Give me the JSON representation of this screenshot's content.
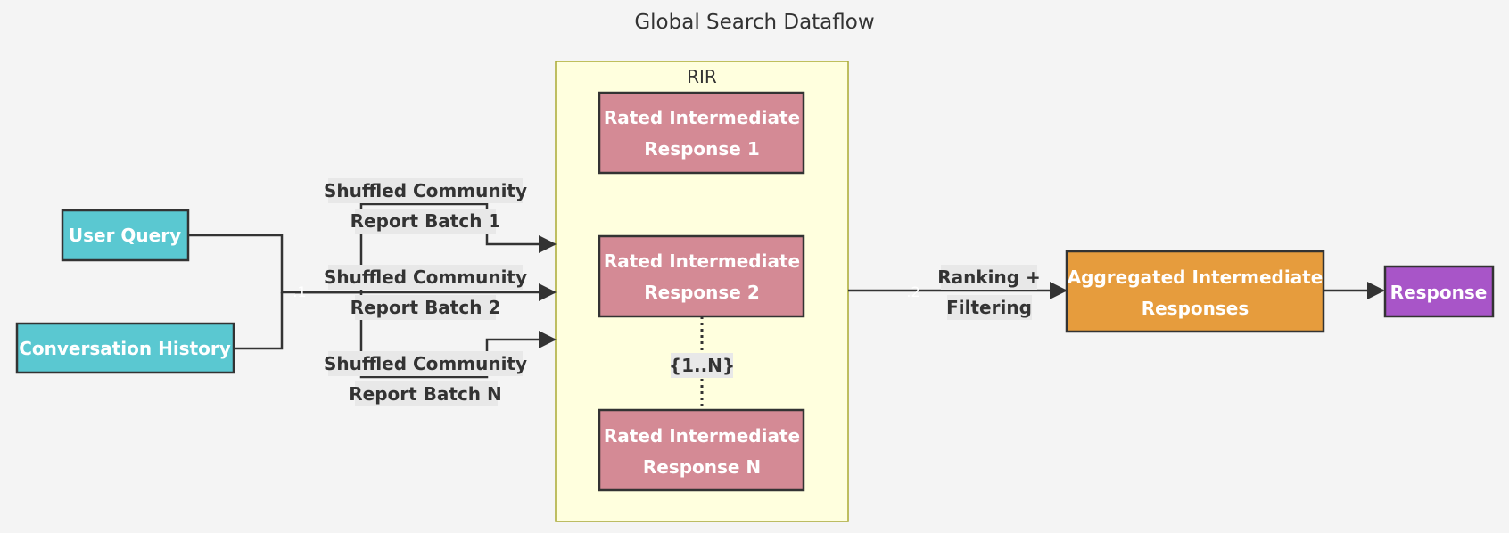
{
  "title": "Global Search Dataflow",
  "group": {
    "label": "RIR"
  },
  "nodes": {
    "user_query": {
      "label": "User Query"
    },
    "conversation_history": {
      "label": "Conversation History"
    },
    "rir1": {
      "line1": "Rated Intermediate",
      "line2": "Response 1"
    },
    "rir2": {
      "line1": "Rated Intermediate",
      "line2": "Response 2"
    },
    "rirN": {
      "line1": "Rated Intermediate",
      "line2": "Response N"
    },
    "aggregated": {
      "line1": "Aggregated Intermediate",
      "line2": "Responses"
    },
    "response": {
      "label": "Response"
    }
  },
  "edges": {
    "batch1": {
      "line1": "Shuffled Community",
      "line2": "Report Batch 1"
    },
    "batch2": {
      "line1": "Shuffled Community",
      "line2": "Report Batch 2"
    },
    "batchN": {
      "line1": "Shuffled Community",
      "line2": "Report Batch N"
    },
    "multiplicity": {
      "label": "{1..N}"
    },
    "ranking": {
      "line1": "Ranking +",
      "line2": "Filtering"
    },
    "junction1": {
      "label": ".1"
    },
    "junction2": {
      "label": ".2"
    }
  },
  "colors": {
    "background": "#f4f4f4",
    "input_node": "#5ac8d1",
    "rir_node": "#d48a95",
    "aggregated_node": "#e69c3d",
    "response_node": "#a855c8",
    "group_fill": "#ffffde",
    "group_stroke": "#aaaa33",
    "edge": "#333333",
    "label_bg": "#e8e8e8"
  }
}
